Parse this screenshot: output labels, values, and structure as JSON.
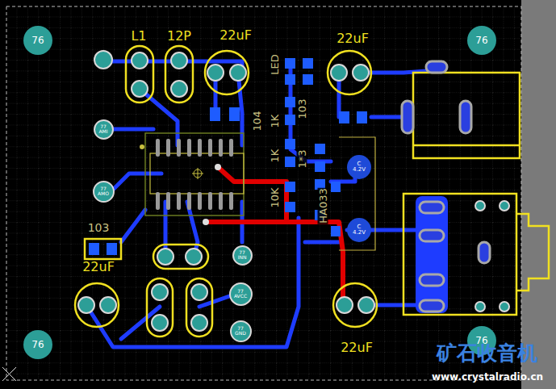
{
  "diagram": {
    "nodes": [
      {
        "text": [
          "76"
        ]
      },
      {
        "text": [
          "76"
        ]
      },
      {
        "text": [
          "77",
          "AMI"
        ]
      },
      {
        "text": [
          "77",
          "AMO"
        ]
      },
      {
        "text": [
          "C",
          "4.2V"
        ]
      },
      {
        "text": [
          "C",
          "4.2V"
        ]
      },
      {
        "text": [
          "77",
          "INN"
        ]
      },
      {
        "text": [
          "77",
          "AVCC"
        ]
      },
      {
        "text": [
          "77",
          "GND"
        ]
      },
      {
        "text": [
          "76"
        ]
      },
      {
        "text": [
          "76"
        ]
      }
    ],
    "labels": [
      "L1",
      "12P",
      "22uF",
      "22uF",
      "LED",
      "1K",
      "104",
      "103",
      "1K",
      "1*3",
      "10K",
      "HA033",
      "103",
      "22uF",
      "22uF",
      "矿石收音机",
      "www.crystalradio.cn"
    ]
  }
}
